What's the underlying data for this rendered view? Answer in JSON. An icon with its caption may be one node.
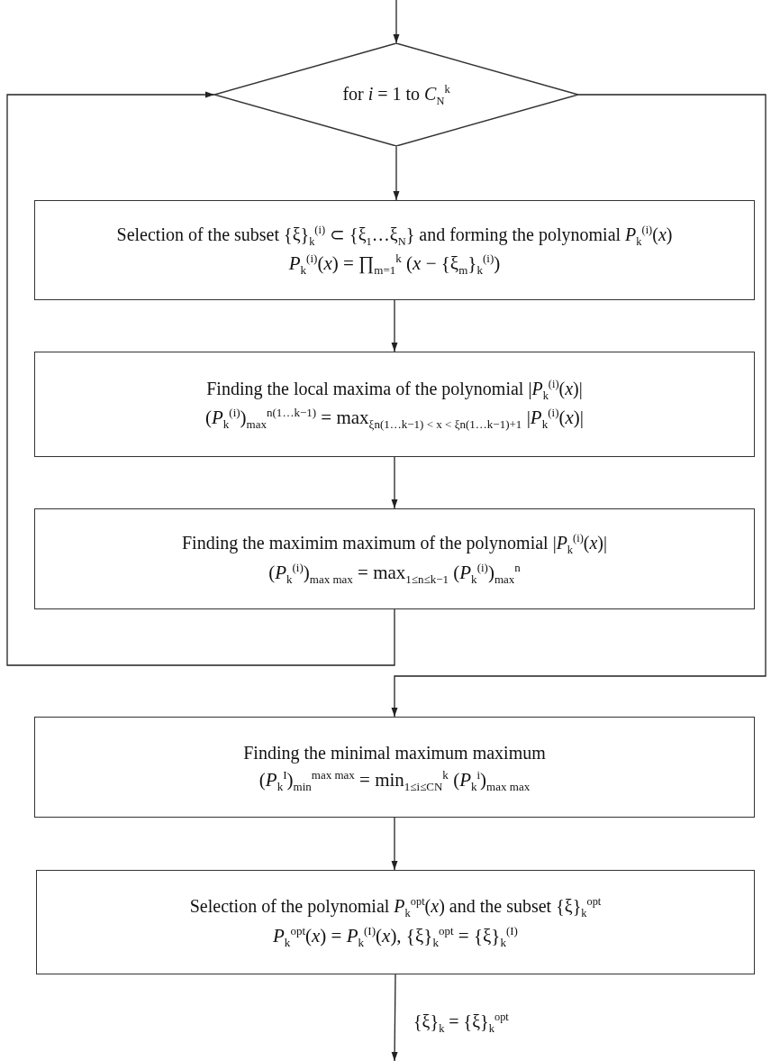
{
  "diagram": {
    "nodes": [
      {
        "text": [
          "for *i* = 1 to *C*$_{N}$$^{k}$"
        ]
      },
      {
        "text": [
          "Selection of the subset {ξ}$_{k}$$^{(i)}$ ⊂ {ξ$_{1}$…ξ$_{N}$} and forming the polynomial *P*$_{k}$$^{(i)}$(*x*)",
          "*P*$_{k}$$^{(i)}$(*x*) = ∏$_{m=1}$$^{k}$ (*x* − {ξ$_{m}$}$_{k}$$^{(i)}$)"
        ]
      },
      {
        "text": [
          "Finding the local maxima of the polynomial |*P*$_{k}$$^{(i)}$(*x*)|",
          "(*P*$_{k}$$^{(i)}$)$_{max}$$^{n(1…k−1)}$ = max$_{ξn(1…k−1) < x < ξn(1…k−1)+1}$ |*P*$_{k}$$^{(i)}$(*x*)|"
        ]
      },
      {
        "text": [
          "Finding the maximim maximum of the polynomial |*P*$_{k}$$^{(i)}$(*x*)|",
          "(*P*$_{k}$$^{(i)}$)$_{max max}$ = max$_{1≤n≤k−1}$ (*P*$_{k}$$^{(i)}$)$_{max}$$^{n}$"
        ]
      },
      {
        "text": [
          "Finding the minimal maximum maximum",
          "(*P*$_{k}$$^{I}$)$_{min}$$^{max max}$ = min$_{1≤i≤C}$$_{N}$$^{k}$ (*P*$_{k}$$^{i}$)$_{max max}$"
        ]
      },
      {
        "text": [
          "Selection of the polynomial *P*$_{k}$$^{opt}$(*x*) and the subset {ξ}$_{k}$$^{opt}$",
          "*P*$_{k}$$^{opt}$(*x*) = *P*$_{k}$$^{(I)}$(*x*), {ξ}$_{k}$$^{opt}$ = {ξ}$_{k}$$^{(I)}$"
        ]
      }
    ],
    "edges": [
      {
        "from": null,
        "to": 0,
        "arrow": "to"
      },
      {
        "from": 0,
        "to": 1,
        "arrow": "to"
      },
      {
        "from": 1,
        "to": 2,
        "arrow": "to"
      },
      {
        "from": 2,
        "to": 3,
        "arrow": "to"
      },
      {
        "from": 3,
        "to": 0,
        "arrow": "to"
      },
      {
        "from": 0,
        "to": 4,
        "arrow": "to"
      },
      {
        "from": 4,
        "to": 5,
        "arrow": "to"
      },
      {
        "from": 5,
        "to": null,
        "arrow": "to",
        "label": "{ξ}$_{k}$ = {ξ}$_{k}$$^{opt}$"
      }
    ]
  }
}
